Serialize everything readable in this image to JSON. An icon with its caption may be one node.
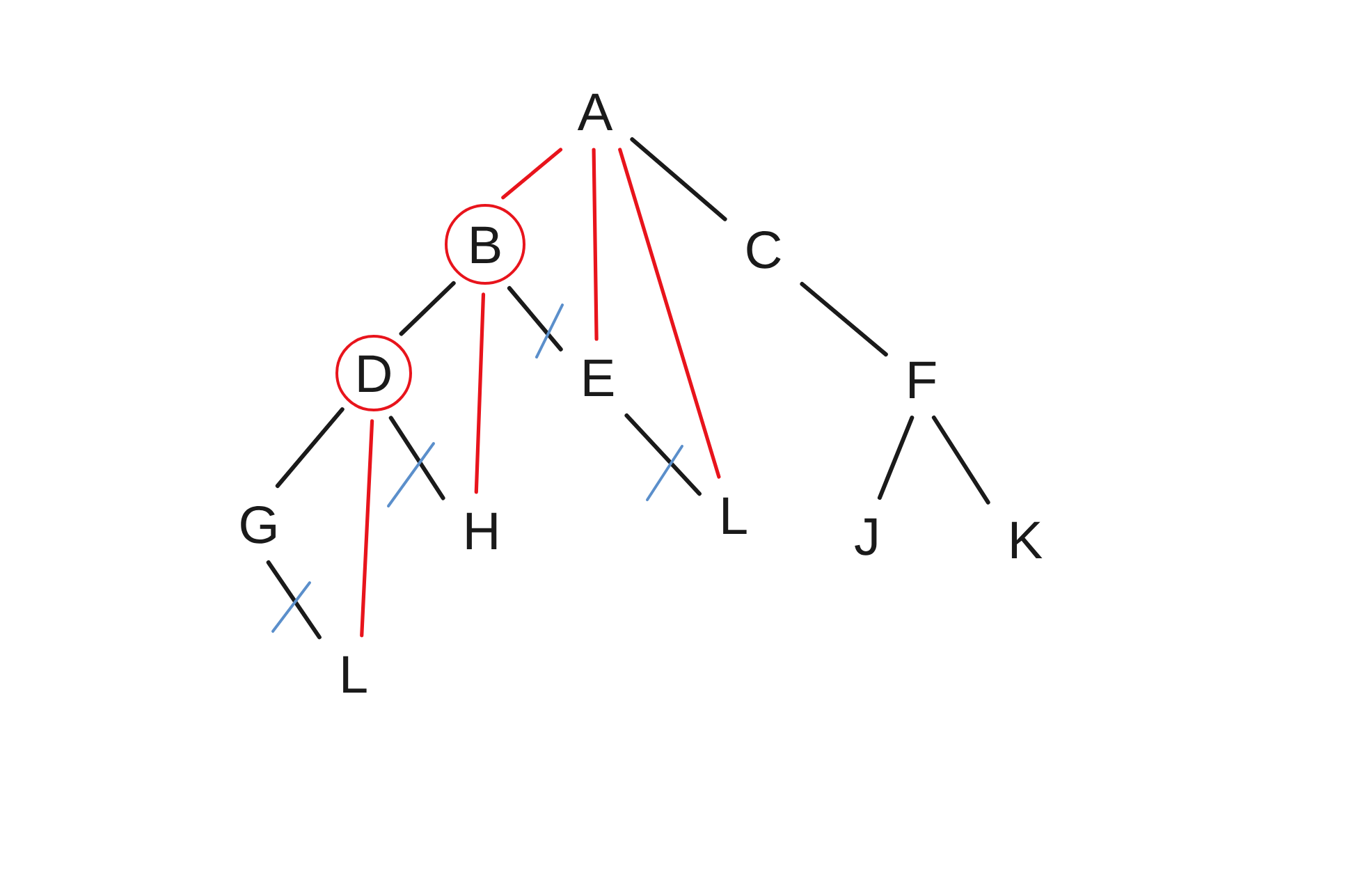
{
  "diagram": {
    "nodes": [
      {
        "text": [
          "A"
        ]
      },
      {
        "text": [
          "B"
        ]
      },
      {
        "text": [
          "C"
        ]
      },
      {
        "text": [
          "D"
        ]
      },
      {
        "text": [
          "E"
        ]
      },
      {
        "text": [
          "F"
        ]
      },
      {
        "text": [
          "G"
        ]
      },
      {
        "text": [
          "H"
        ]
      },
      {
        "text": [
          "L"
        ]
      },
      {
        "text": [
          "J"
        ]
      },
      {
        "text": [
          "K"
        ]
      },
      {
        "text": [
          "L"
        ]
      }
    ],
    "edges": [
      {
        "from": 0,
        "to": 1,
        "arrow": "none",
        "color": "#e8141c"
      },
      {
        "from": 0,
        "to": 4,
        "arrow": "none",
        "color": "#e8141c"
      },
      {
        "from": 0,
        "to": 8,
        "arrow": "none",
        "color": "#e8141c"
      },
      {
        "from": 0,
        "to": 2,
        "arrow": "none"
      },
      {
        "from": 1,
        "to": 3,
        "arrow": "none"
      },
      {
        "from": 1,
        "to": 7,
        "arrow": "none",
        "color": "#e8141c"
      },
      {
        "from": 1,
        "to": 4,
        "arrow": "none"
      },
      {
        "from": 2,
        "to": 5,
        "arrow": "none"
      },
      {
        "from": 3,
        "to": 6,
        "arrow": "none"
      },
      {
        "from": 3,
        "to": 7,
        "arrow": "none"
      },
      {
        "from": 3,
        "to": 11,
        "arrow": "none",
        "color": "#e8141c"
      },
      {
        "from": 4,
        "to": 8,
        "arrow": "none"
      },
      {
        "from": 5,
        "to": 9,
        "arrow": "none"
      },
      {
        "from": 5,
        "to": 10,
        "arrow": "none"
      },
      {
        "from": 6,
        "to": 11,
        "arrow": "none"
      }
    ]
  }
}
